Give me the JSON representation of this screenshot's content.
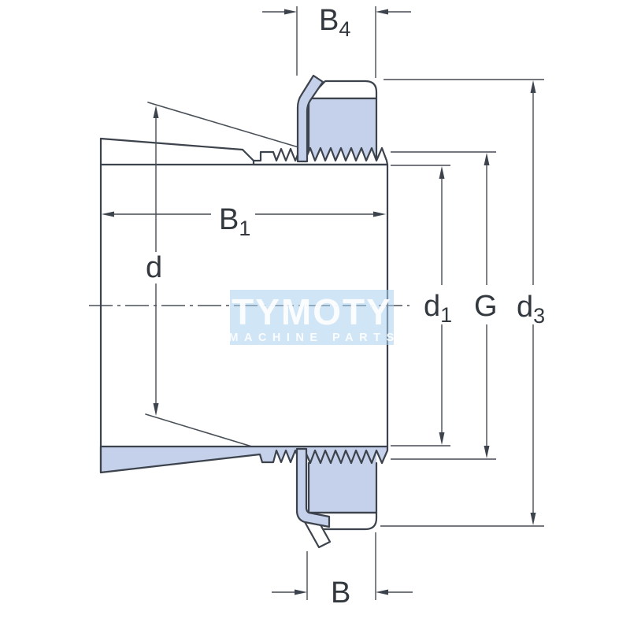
{
  "drawing": {
    "type": "technical-section-drawing",
    "subject": "adapter sleeve with lock nut and lock washer",
    "dims": {
      "b4": {
        "main": "B",
        "sub": "4"
      },
      "b1": {
        "main": "B",
        "sub": "1"
      },
      "d": {
        "main": "d"
      },
      "d1": {
        "main": "d",
        "sub": "1"
      },
      "g": {
        "main": "G"
      },
      "d3": {
        "main": "d",
        "sub": "3"
      },
      "b": {
        "main": "B"
      }
    },
    "watermark": {
      "title": "TYMOTY",
      "subtitle": "MACHINE PARTS"
    },
    "colors": {
      "section_fill": "#c5d1ea",
      "outline": "#3d434d",
      "dimension": "#474c54",
      "watermark_bg": "#aacfee",
      "watermark_text": "#ffffff"
    }
  }
}
